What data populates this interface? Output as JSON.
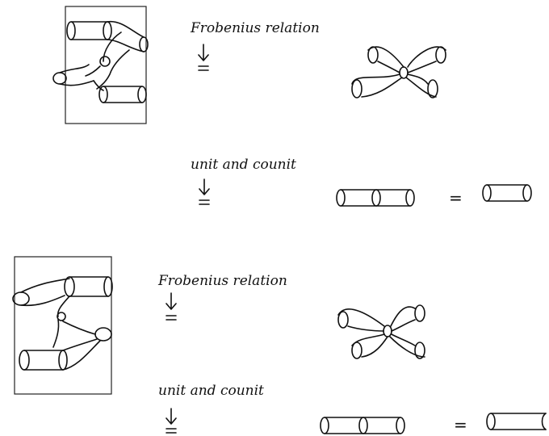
{
  "top": {
    "frobenius_label": "Frobenius relation",
    "unit_label": "unit and counit",
    "equals_sign": "="
  },
  "bottom": {
    "frobenius_label": "Frobenius relation",
    "unit_label": "unit and counit",
    "equals_sign": "="
  }
}
